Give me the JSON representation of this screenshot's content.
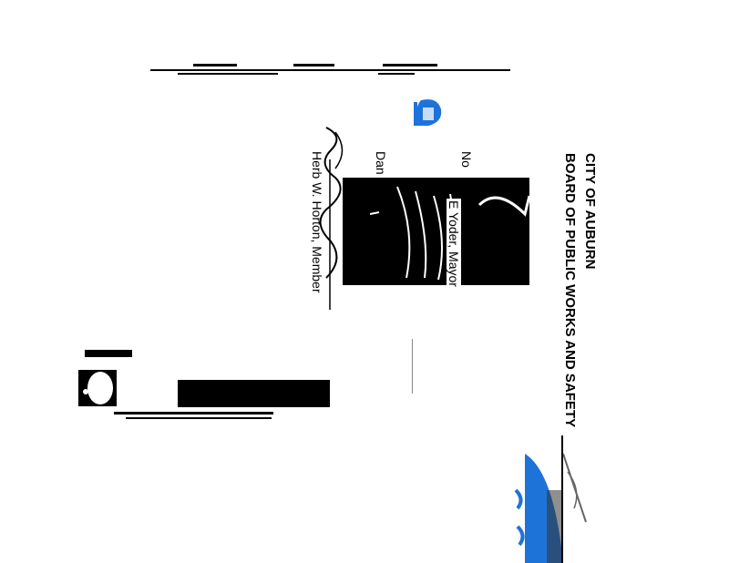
{
  "document": {
    "header": {
      "line1": "CITY OF AUBURN",
      "line2": "BOARD OF PUBLIC WORKS AND SAFETY"
    },
    "fragments": {
      "no": "No",
      "dan": "Dan"
    },
    "signatures": [
      {
        "name": "E Yoder, Mayor"
      },
      {
        "name": "Herb W. Horton, Member"
      }
    ]
  },
  "colors": {
    "ink": "#000000",
    "seal_blue": "#1e73d8",
    "paper": "#ffffff"
  }
}
